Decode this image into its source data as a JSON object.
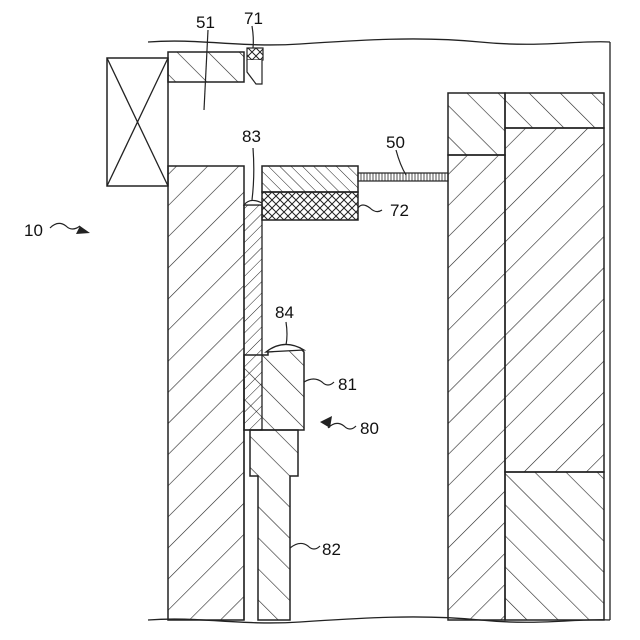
{
  "figure": {
    "labels": {
      "device": "10",
      "member_50": "50",
      "member_51": "51",
      "member_71": "71",
      "member_72": "72",
      "assembly_80": "80",
      "member_81": "81",
      "member_82": "82",
      "member_83": "83",
      "member_84": "84"
    }
  }
}
